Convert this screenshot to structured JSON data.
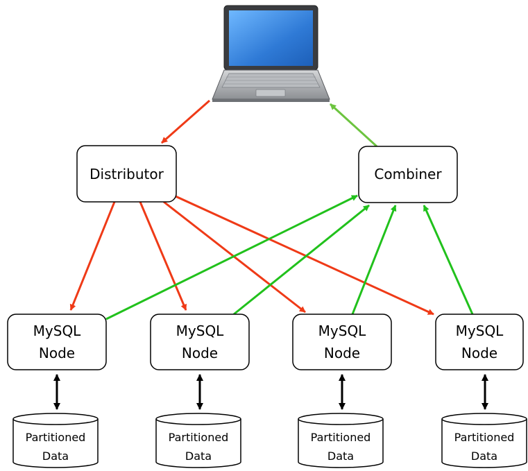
{
  "distributor": {
    "label": "Distributor"
  },
  "combiner": {
    "label": "Combiner"
  },
  "nodes": [
    {
      "line1": "MySQL",
      "line2": "Node"
    },
    {
      "line1": "MySQL",
      "line2": "Node"
    },
    {
      "line1": "MySQL",
      "line2": "Node"
    },
    {
      "line1": "MySQL",
      "line2": "Node"
    }
  ],
  "databases": [
    {
      "line1": "Partitioned",
      "line2": "Data"
    },
    {
      "line1": "Partitioned",
      "line2": "Data"
    },
    {
      "line1": "Partitioned",
      "line2": "Data"
    },
    {
      "line1": "Partitioned",
      "line2": "Data"
    }
  ],
  "colors": {
    "request_arrow": "#ef3a17",
    "response_arrow": "#21c11c",
    "laptop_response_arrow": "#6cc43f",
    "storage_arrow": "#000000",
    "screen": "#3f8fe0"
  },
  "icons": {
    "client": "laptop-icon"
  }
}
